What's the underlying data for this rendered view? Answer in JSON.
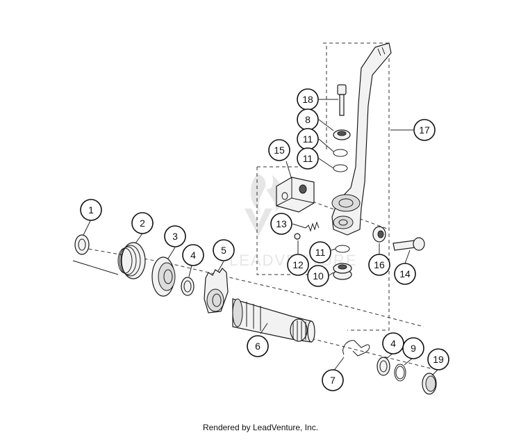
{
  "callouts": [
    "1",
    "2",
    "3",
    "4",
    "5",
    "18",
    "8",
    "11",
    "11",
    "15",
    "17",
    "13",
    "12",
    "11",
    "10",
    "16",
    "14",
    "6",
    "4",
    "9",
    "19",
    "7"
  ],
  "watermark": "LEADVENTURE",
  "footer": "Rendered by LeadVenture, Inc."
}
